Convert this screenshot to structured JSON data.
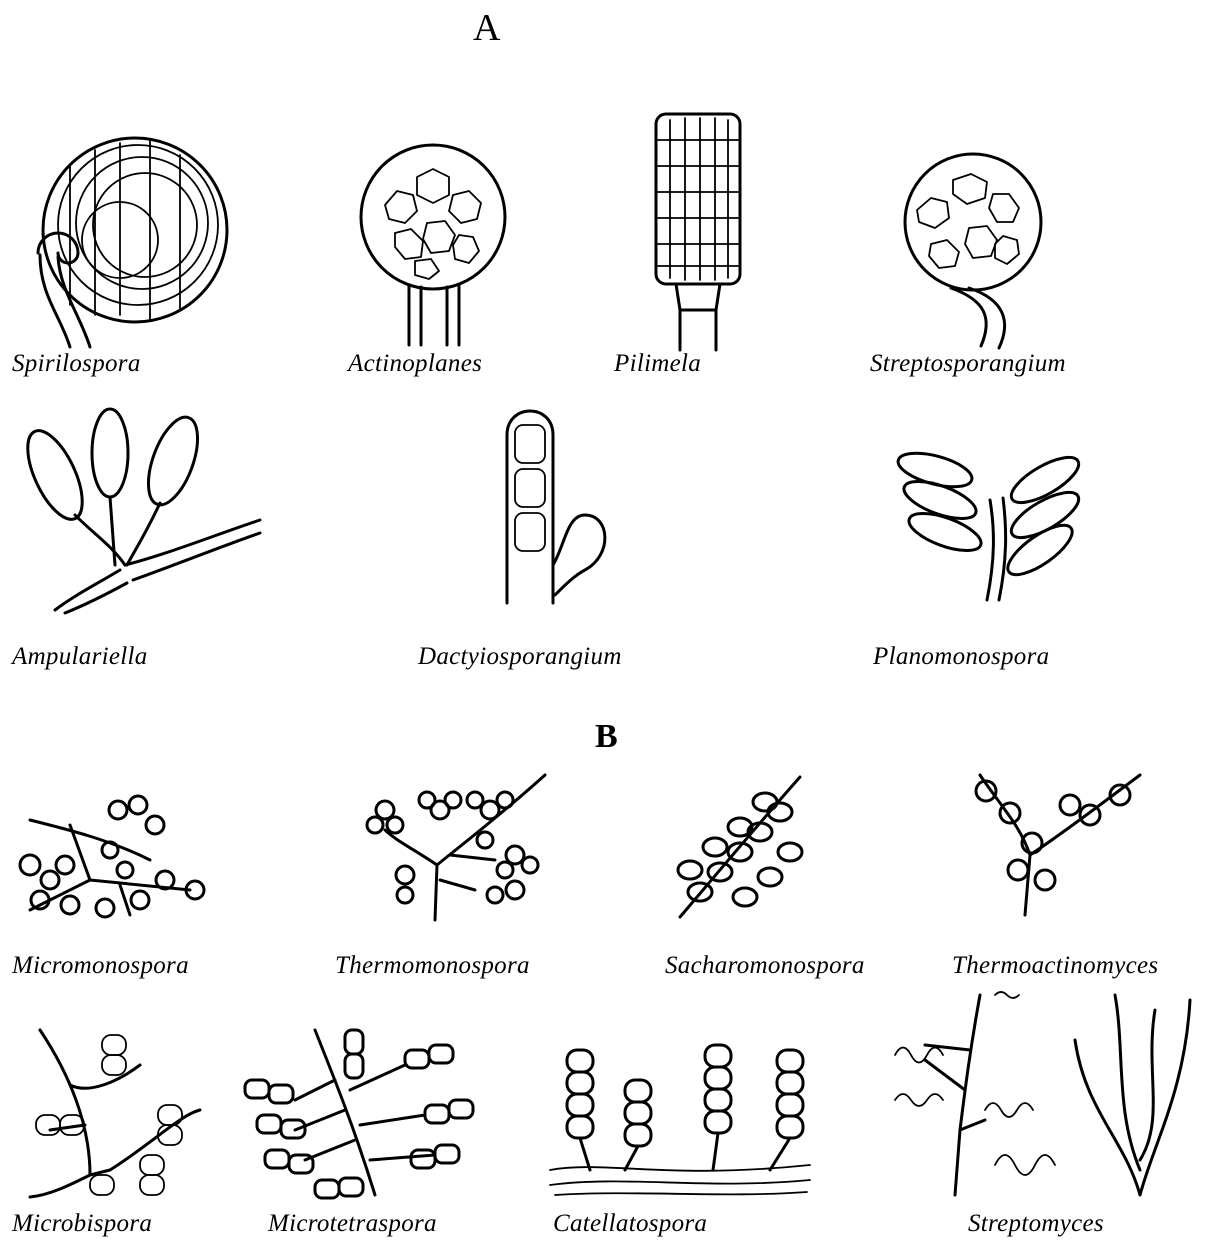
{
  "panels": {
    "a": {
      "label": "A",
      "organisms": [
        {
          "name": "Spirilospora",
          "icon": "coiled-sporangium"
        },
        {
          "name": "Actinoplanes",
          "icon": "globose-sporangium"
        },
        {
          "name": "Pilimela",
          "icon": "cylindrical-sporangium"
        },
        {
          "name": "Streptosporangium",
          "icon": "globose-sporangium-curved-stalk"
        },
        {
          "name": "Ampulariella",
          "icon": "flask-shaped-sporangia"
        },
        {
          "name": "Dactyiosporangium",
          "icon": "finger-shaped-sporangium"
        },
        {
          "name": "Planomonospora",
          "icon": "rod-sporangia-cluster"
        }
      ]
    },
    "b": {
      "label": "B",
      "organisms": [
        {
          "name": "Micromonospora",
          "icon": "single-spores-on-hyphae"
        },
        {
          "name": "Thermomonospora",
          "icon": "spore-clusters"
        },
        {
          "name": "Sacharomonospora",
          "icon": "spores-along-hypha"
        },
        {
          "name": "Thermoactinomyces",
          "icon": "sessile-spores"
        },
        {
          "name": "Microbispora",
          "icon": "paired-spores"
        },
        {
          "name": "Microtetraspora",
          "icon": "spore-chains-of-four"
        },
        {
          "name": "Catellatospora",
          "icon": "upright-spore-chains"
        },
        {
          "name": "Streptomyces",
          "icon": "spiral-and-straight-spore-chains"
        }
      ]
    }
  }
}
